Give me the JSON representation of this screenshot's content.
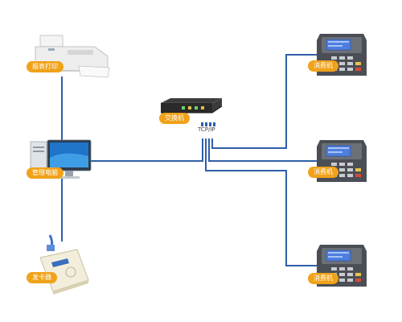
{
  "colors": {
    "wire": "#2f5ea8",
    "tag": "#f0a21a",
    "tag_text": "#ffffff"
  },
  "nodes": {
    "printer": {
      "label": "报表打印",
      "icon": "printer-icon"
    },
    "computer": {
      "label": "管理电脑",
      "icon": "computer-icon"
    },
    "card_reader": {
      "label": "发卡器",
      "icon": "card-reader-icon"
    },
    "switch": {
      "label": "交换机",
      "icon": "network-switch-icon",
      "protocol": "TCP/IP"
    },
    "terminals": [
      {
        "label": "消费机",
        "icon": "pos-terminal-icon"
      },
      {
        "label": "消费机",
        "icon": "pos-terminal-icon"
      },
      {
        "label": "消费机",
        "icon": "pos-terminal-icon"
      }
    ]
  }
}
